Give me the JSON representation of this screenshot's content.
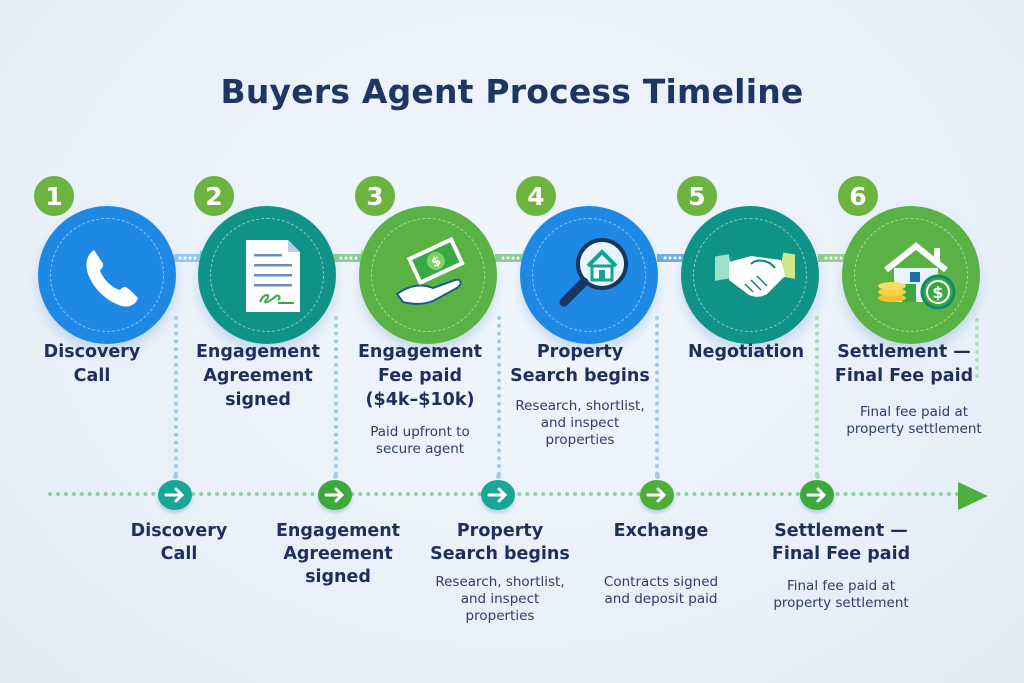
{
  "title": "Buyers Agent Process Timeline",
  "colors": {
    "title": "#1f3563",
    "badge": "#6cb33f",
    "blue": "#1e88e5",
    "teal": "#109387",
    "green": "#5bb244",
    "timeline_dots": "#8fd0a8",
    "end_arrow": "#4cae3c"
  },
  "steps": [
    {
      "number": "1",
      "icon": "phone-icon",
      "label_line1": "Discovery",
      "label_line2": "Call",
      "label_line3": "",
      "description_line1": "",
      "description_line2": "",
      "color": "blue"
    },
    {
      "number": "2",
      "icon": "signed-document-icon",
      "label_line1": "Engagement",
      "label_line2": "Agreement",
      "label_line3": "signed",
      "description_line1": "",
      "description_line2": "",
      "color": "teal"
    },
    {
      "number": "3",
      "icon": "hand-money-icon",
      "label_line1": "Engagement",
      "label_line2": "Fee paid",
      "label_line3": "($4k–$10k)",
      "description_line1": "Paid upfront to",
      "description_line2": "secure agent",
      "color": "green"
    },
    {
      "number": "4",
      "icon": "house-search-icon",
      "label_line1": "Property",
      "label_line2": "Search begins",
      "label_line3": "",
      "description_line1": "Research, shortlist,",
      "description_line2": "and inspect",
      "description_line3": "properties",
      "color": "blue"
    },
    {
      "number": "5",
      "icon": "handshake-icon",
      "label_line1": "Negotiation",
      "label_line2": "",
      "label_line3": "",
      "description_line1": "",
      "description_line2": "",
      "color": "teal"
    },
    {
      "number": "6",
      "icon": "house-coins-icon",
      "label_line1": "Settlement —",
      "label_line2": "Final Fee paid",
      "label_line3": "",
      "description_line1": "Final fee paid at",
      "description_line2": "property settlement",
      "color": "green"
    }
  ],
  "timeline": [
    {
      "label_line1": "Discovery",
      "label_line2": "Call",
      "label_line3": "",
      "description_line1": "",
      "description_line2": "",
      "description_line3": ""
    },
    {
      "label_line1": "Engagement",
      "label_line2": "Agreement",
      "label_line3": "signed",
      "description_line1": "",
      "description_line2": "",
      "description_line3": ""
    },
    {
      "label_line1": "Property",
      "label_line2": "Search begins",
      "label_line3": "",
      "description_line1": "Research, shortlist,",
      "description_line2": "and inspect",
      "description_line3": "properties"
    },
    {
      "label_line1": "Exchange",
      "label_line2": "",
      "label_line3": "",
      "description_line1": "Contracts signed",
      "description_line2": "and deposit paid",
      "description_line3": ""
    },
    {
      "label_line1": "Settlement —",
      "label_line2": "Final Fee paid",
      "label_line3": "",
      "description_line1": "Final fee paid at",
      "description_line2": "property settlement",
      "description_line3": ""
    }
  ]
}
